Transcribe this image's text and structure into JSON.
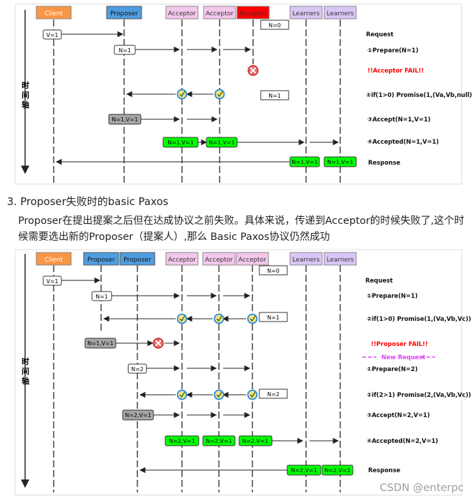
{
  "diagram1": {
    "actors": [
      "Client",
      "Proposer",
      "Acceptor",
      "Acceptor",
      "Acceptor",
      "Learners",
      "Learners"
    ],
    "timeline_label": "时间轴",
    "notes": [
      "N=0",
      "N=1"
    ],
    "messages": {
      "client_value": "V=1",
      "prepare": "N=1",
      "accept": "N=1,V=1",
      "accepted": "N=1,V=1",
      "response": "N=1,V=1"
    },
    "step_labels": {
      "request": "Request",
      "prepare": "①Prepare(N=1)",
      "fail": "!!Acceptor  FAIL!!",
      "promise": "②if(1>0) Promise(1,(Va,Vb,null))",
      "accept": "③Accept(N=1,V=1)",
      "accepted": "④Accepted(N=1,V=1)",
      "response": "Response"
    }
  },
  "section": {
    "title": "3. Proposer失败时的basic Paxos",
    "paragraph": "Proposer在提出提案之后但在达成协议之前失败。具体来说，传递到Acceptor的时候失败了,这个时候需要选出新的Proposer（提案人）,那么 Basic Paxos协议仍然成功"
  },
  "diagram2": {
    "actors": [
      "Client",
      "Proposer",
      "Proposer",
      "Acceptor",
      "Acceptor",
      "Acceptor",
      "Learners",
      "Learners"
    ],
    "timeline_label": "时间轴",
    "notes": [
      "N=0",
      "N=1",
      "N=2"
    ],
    "messages": {
      "client_value": "V=1",
      "prepare1": "N=1",
      "accept1": "N=1,V=1",
      "prepare2": "N=2",
      "accept2": "N=2,V=1",
      "accepted": "N=2,V=1",
      "response": "N=2,V=1"
    },
    "step_labels": {
      "request": "Request",
      "prepare1": "①Prepare(N=1)",
      "promise1": "②if(1>0) Promise(1,(Va,Vb,Vc))",
      "fail": "!!Proposer  FAIL!!",
      "new_request": "New Request",
      "prepare2": "①Prepare(N=2)",
      "promise2": "②if(2>1) Promise(2,(Va,Vb,Vc))",
      "accept": "③Accept(N=2,V=1)",
      "accepted": "④Accepted(N=2,V=1)",
      "response": "Response"
    }
  },
  "watermark": "CSDN @enterpc",
  "colors": {
    "client": "#f79646",
    "proposer": "#4f9de0",
    "acceptor": "#f4c7ec",
    "acceptor_failed": "#ff0000",
    "learner": "#d9c6f5",
    "accepted_box": "#00ff00",
    "proposer_box": "#a6a6a6",
    "fail_text": "#ff0000",
    "new_request": "#e040fb"
  }
}
